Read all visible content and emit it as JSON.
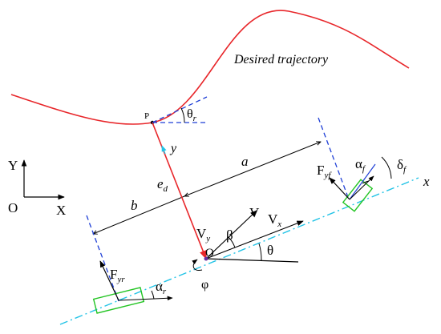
{
  "labels": {
    "trajectory": "Desired trajectory",
    "point_p": "P",
    "theta_r": "θ",
    "theta_r_sub": "r",
    "y_axis_lbl": "Y",
    "x_axis_lbl": "X",
    "origin_lbl": "O",
    "vehicle_y": "y",
    "vehicle_x": "x",
    "a": "a",
    "b": "b",
    "ed": "e",
    "ed_sub": "d",
    "vy": "V",
    "vy_sub": "y",
    "v": "V",
    "vx": "V",
    "vx_sub": "x",
    "beta": "β",
    "theta": "θ",
    "cg": "O",
    "phi": "φ",
    "fyf": "F",
    "fyf_sub": "yf",
    "fyr": "F",
    "fyr_sub": "yr",
    "alpha_f": "α",
    "alpha_f_sub": "f",
    "delta_f": "δ",
    "delta_f_sub": "f",
    "alpha_r": "α",
    "alpha_r_sub": "r"
  },
  "colors": {
    "trajectory": "#e8262a",
    "axis": "#000000",
    "dash_blue": "#1f3fd6",
    "dash_cyan": "#22c3e6",
    "wheel": "#22c422",
    "cg_mark": "#6a2fa0"
  }
}
